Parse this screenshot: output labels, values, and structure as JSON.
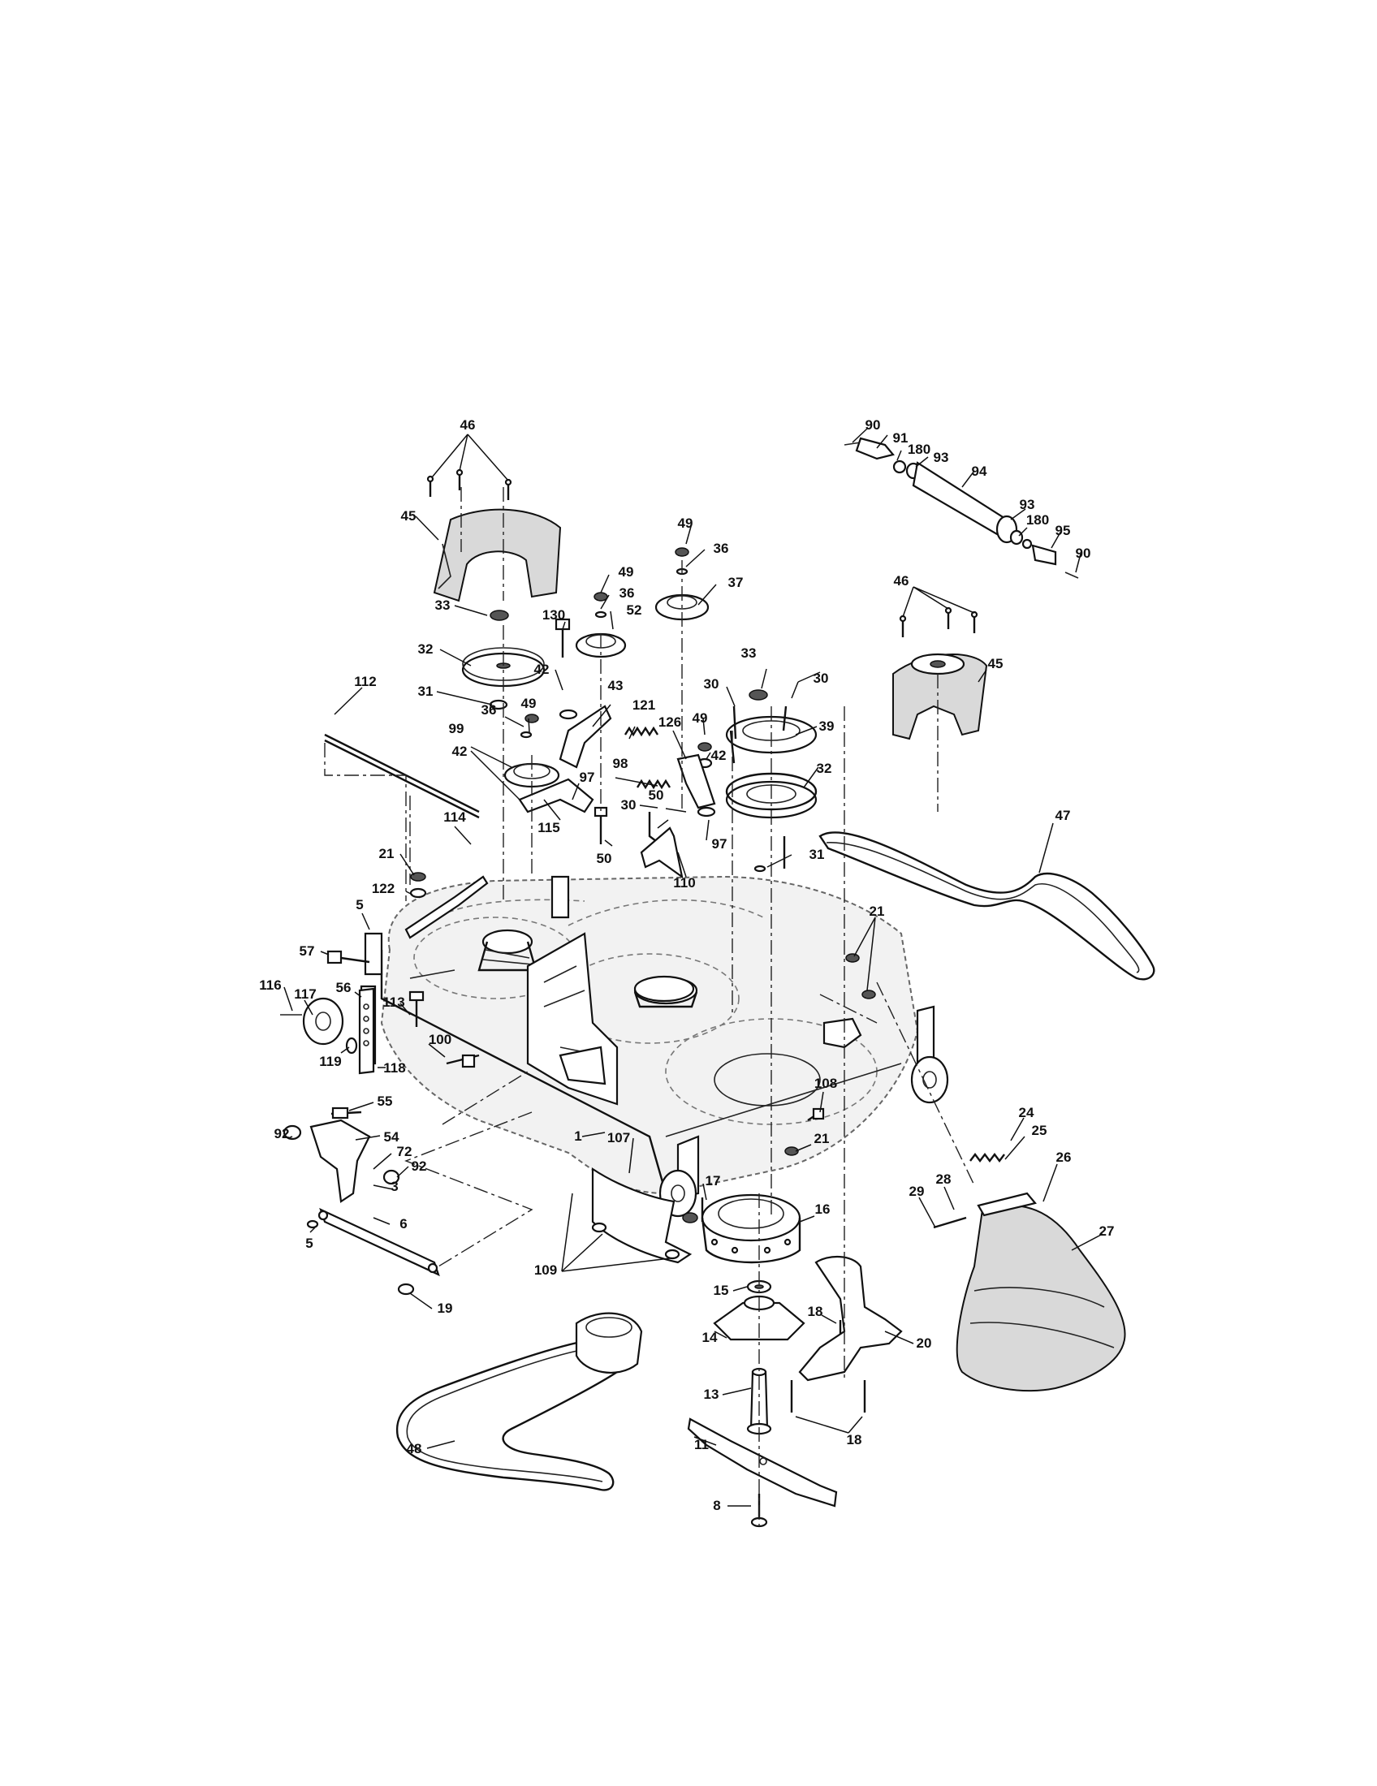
{
  "diagram": {
    "callouts": [
      {
        "id": "c46a",
        "label": "46"
      },
      {
        "id": "c45a",
        "label": "45"
      },
      {
        "id": "c33a",
        "label": "33"
      },
      {
        "id": "c32a",
        "label": "32"
      },
      {
        "id": "c112",
        "label": "112"
      },
      {
        "id": "c31a",
        "label": "31"
      },
      {
        "id": "c36a",
        "label": "36"
      },
      {
        "id": "c49a",
        "label": "49"
      },
      {
        "id": "c99",
        "label": "99"
      },
      {
        "id": "c42a",
        "label": "42"
      },
      {
        "id": "c97a",
        "label": "97"
      },
      {
        "id": "c115",
        "label": "115"
      },
      {
        "id": "c114",
        "label": "114"
      },
      {
        "id": "c21a",
        "label": "21"
      },
      {
        "id": "c122",
        "label": "122"
      },
      {
        "id": "c5a",
        "label": "5"
      },
      {
        "id": "c57",
        "label": "57"
      },
      {
        "id": "c56",
        "label": "56"
      },
      {
        "id": "c116",
        "label": "116"
      },
      {
        "id": "c117",
        "label": "117"
      },
      {
        "id": "c113",
        "label": "113"
      },
      {
        "id": "c119",
        "label": "119"
      },
      {
        "id": "c118",
        "label": "118"
      },
      {
        "id": "c100",
        "label": "100"
      },
      {
        "id": "c55",
        "label": "55"
      },
      {
        "id": "c92a",
        "label": "92"
      },
      {
        "id": "c54",
        "label": "54"
      },
      {
        "id": "c72",
        "label": "72"
      },
      {
        "id": "c92b",
        "label": "92"
      },
      {
        "id": "c3",
        "label": "3"
      },
      {
        "id": "c6",
        "label": "6"
      },
      {
        "id": "c5b",
        "label": "5"
      },
      {
        "id": "c19",
        "label": "19"
      },
      {
        "id": "c1",
        "label": "1"
      },
      {
        "id": "c107",
        "label": "107"
      },
      {
        "id": "c109",
        "label": "109"
      },
      {
        "id": "c48",
        "label": "48"
      },
      {
        "id": "c130",
        "label": "130"
      },
      {
        "id": "c42b",
        "label": "42"
      },
      {
        "id": "c49b",
        "label": "49"
      },
      {
        "id": "c36b",
        "label": "36"
      },
      {
        "id": "c52",
        "label": "52"
      },
      {
        "id": "c43",
        "label": "43"
      },
      {
        "id": "c98",
        "label": "98"
      },
      {
        "id": "c50a",
        "label": "50"
      },
      {
        "id": "c121",
        "label": "121"
      },
      {
        "id": "c49c",
        "label": "49"
      },
      {
        "id": "c36c",
        "label": "36"
      },
      {
        "id": "c37",
        "label": "37"
      },
      {
        "id": "c126",
        "label": "126"
      },
      {
        "id": "c49d",
        "label": "49"
      },
      {
        "id": "c42c",
        "label": "42"
      },
      {
        "id": "c50b",
        "label": "50"
      },
      {
        "id": "c97b",
        "label": "97"
      },
      {
        "id": "c30a",
        "label": "30"
      },
      {
        "id": "c110",
        "label": "110"
      },
      {
        "id": "c33b",
        "label": "33"
      },
      {
        "id": "c30b",
        "label": "30"
      },
      {
        "id": "c30c",
        "label": "30"
      },
      {
        "id": "c39",
        "label": "39"
      },
      {
        "id": "c32b",
        "label": "32"
      },
      {
        "id": "c31b",
        "label": "31"
      },
      {
        "id": "c90a",
        "label": "90"
      },
      {
        "id": "c91",
        "label": "91"
      },
      {
        "id": "c180a",
        "label": "180"
      },
      {
        "id": "c93a",
        "label": "93"
      },
      {
        "id": "c94",
        "label": "94"
      },
      {
        "id": "c93b",
        "label": "93"
      },
      {
        "id": "c180b",
        "label": "180"
      },
      {
        "id": "c95",
        "label": "95"
      },
      {
        "id": "c90b",
        "label": "90"
      },
      {
        "id": "c46b",
        "label": "46"
      },
      {
        "id": "c45b",
        "label": "45"
      },
      {
        "id": "c47",
        "label": "47"
      },
      {
        "id": "c21b",
        "label": "21"
      },
      {
        "id": "c108",
        "label": "108"
      },
      {
        "id": "c21c",
        "label": "21"
      },
      {
        "id": "c24",
        "label": "24"
      },
      {
        "id": "c25",
        "label": "25"
      },
      {
        "id": "c26",
        "label": "26"
      },
      {
        "id": "c28",
        "label": "28"
      },
      {
        "id": "c29",
        "label": "29"
      },
      {
        "id": "c27",
        "label": "27"
      },
      {
        "id": "c17",
        "label": "17"
      },
      {
        "id": "c16",
        "label": "16"
      },
      {
        "id": "c15",
        "label": "15"
      },
      {
        "id": "c14",
        "label": "14"
      },
      {
        "id": "c18a",
        "label": "18"
      },
      {
        "id": "c20",
        "label": "20"
      },
      {
        "id": "c13",
        "label": "13"
      },
      {
        "id": "c18b",
        "label": "18"
      },
      {
        "id": "c11",
        "label": "11"
      },
      {
        "id": "c8",
        "label": "8"
      }
    ]
  }
}
